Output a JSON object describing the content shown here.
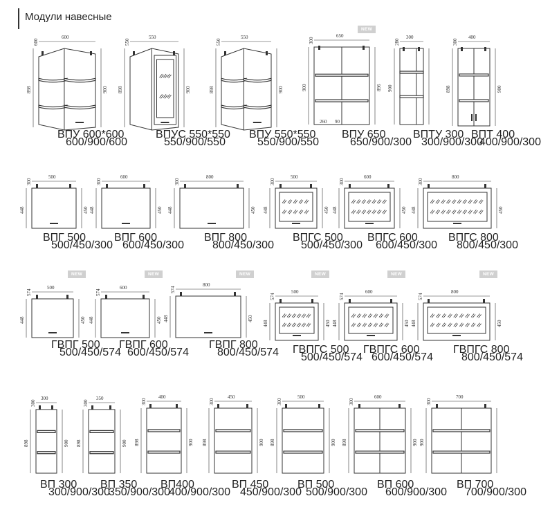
{
  "page_title": "Модули навесные",
  "new_label": "NEW",
  "modules": [
    {
      "id": "vpu600",
      "name": "ВПУ 600*600",
      "size": "600/900/600",
      "dims": [
        "600",
        "600",
        "898",
        "900"
      ]
    },
    {
      "id": "vpus550",
      "name": "ВПУС 550*550",
      "size": "550/900/550",
      "dims": [
        "550",
        "550",
        "898",
        "900"
      ]
    },
    {
      "id": "vpu550",
      "name": "ВПУ 550*550",
      "size": "550/900/550",
      "dims": [
        "550",
        "550",
        "898",
        "900"
      ]
    },
    {
      "id": "vpu650",
      "name": "ВПУ 650",
      "size": "650/900/300",
      "dims": [
        "300",
        "650",
        "900",
        "896",
        "260",
        "90"
      ],
      "is_new": true
    },
    {
      "id": "vptu300",
      "name": "ВПТУ 300",
      "size": "300/900/300",
      "dims": [
        "280",
        "300",
        "900"
      ]
    },
    {
      "id": "vpt400",
      "name": "ВПТ 400",
      "size": "400/900/300",
      "dims": [
        "300",
        "400",
        "898",
        "900"
      ]
    },
    {
      "id": "vpg500",
      "name": "ВПГ 500",
      "size": "500/450/300",
      "dims": [
        "300",
        "500",
        "448",
        "450"
      ]
    },
    {
      "id": "vpg600",
      "name": "ВПГ 600",
      "size": "600/450/300",
      "dims": [
        "300",
        "600",
        "448",
        "450"
      ]
    },
    {
      "id": "vpg800",
      "name": "ВПГ 800",
      "size": "800/450/300",
      "dims": [
        "300",
        "800",
        "448",
        "450"
      ]
    },
    {
      "id": "vpgs500",
      "name": "ВПГС 500",
      "size": "500/450/300",
      "dims": [
        "300",
        "500",
        "448",
        "450"
      ]
    },
    {
      "id": "vpgs600",
      "name": "ВПГС 600",
      "size": "600/450/300",
      "dims": [
        "300",
        "600",
        "448",
        "450"
      ]
    },
    {
      "id": "vpgs800",
      "name": "ВПГС 800",
      "size": "800/450/300",
      "dims": [
        "300",
        "800",
        "448",
        "450"
      ]
    },
    {
      "id": "gvpg500",
      "name": "ГВПГ 500",
      "size": "500/450/574",
      "dims": [
        "574",
        "500",
        "448",
        "450"
      ],
      "is_new": true
    },
    {
      "id": "gvpg600",
      "name": "ГВПГ 600",
      "size": "600/450/574",
      "dims": [
        "574",
        "600",
        "448",
        "450"
      ],
      "is_new": true
    },
    {
      "id": "gvpg800",
      "name": "ГВПГ 800",
      "size": "800/450/574",
      "dims": [
        "574",
        "800",
        "448",
        "450"
      ],
      "is_new": true
    },
    {
      "id": "gvpgs500",
      "name": "ГВПГС 500",
      "size": "500/450/574",
      "dims": [
        "574",
        "500",
        "448",
        "450"
      ],
      "is_new": true
    },
    {
      "id": "gvpgs600",
      "name": "ГВПГС 600",
      "size": "600/450/574",
      "dims": [
        "574",
        "600",
        "448",
        "450"
      ],
      "is_new": true
    },
    {
      "id": "gvpgs800",
      "name": "ГВПГС 800",
      "size": "800/450/574",
      "dims": [
        "574",
        "800",
        "448",
        "450"
      ],
      "is_new": true
    },
    {
      "id": "vp300",
      "name": "ВП 300",
      "size": "300/900/300",
      "dims": [
        "300",
        "300",
        "898",
        "900"
      ]
    },
    {
      "id": "vp350",
      "name": "ВП 350",
      "size": "350/900/300",
      "dims": [
        "300",
        "350",
        "898",
        "900"
      ]
    },
    {
      "id": "vp400",
      "name": "ВП400",
      "size": "400/900/300",
      "dims": [
        "300",
        "400",
        "898",
        "900"
      ]
    },
    {
      "id": "vp450",
      "name": "ВП 450",
      "size": "450/900/300",
      "dims": [
        "300",
        "450",
        "898",
        "900"
      ]
    },
    {
      "id": "vp500",
      "name": "ВП 500",
      "size": "500/900/300",
      "dims": [
        "300",
        "500",
        "898",
        "900"
      ]
    },
    {
      "id": "vp600",
      "name": "ВП 600",
      "size": "600/900/300",
      "dims": [
        "300",
        "600",
        "898",
        "900"
      ]
    },
    {
      "id": "vp700",
      "name": "ВП 700",
      "size": "700/900/300",
      "dims": [
        "300",
        "700",
        "900"
      ]
    }
  ]
}
